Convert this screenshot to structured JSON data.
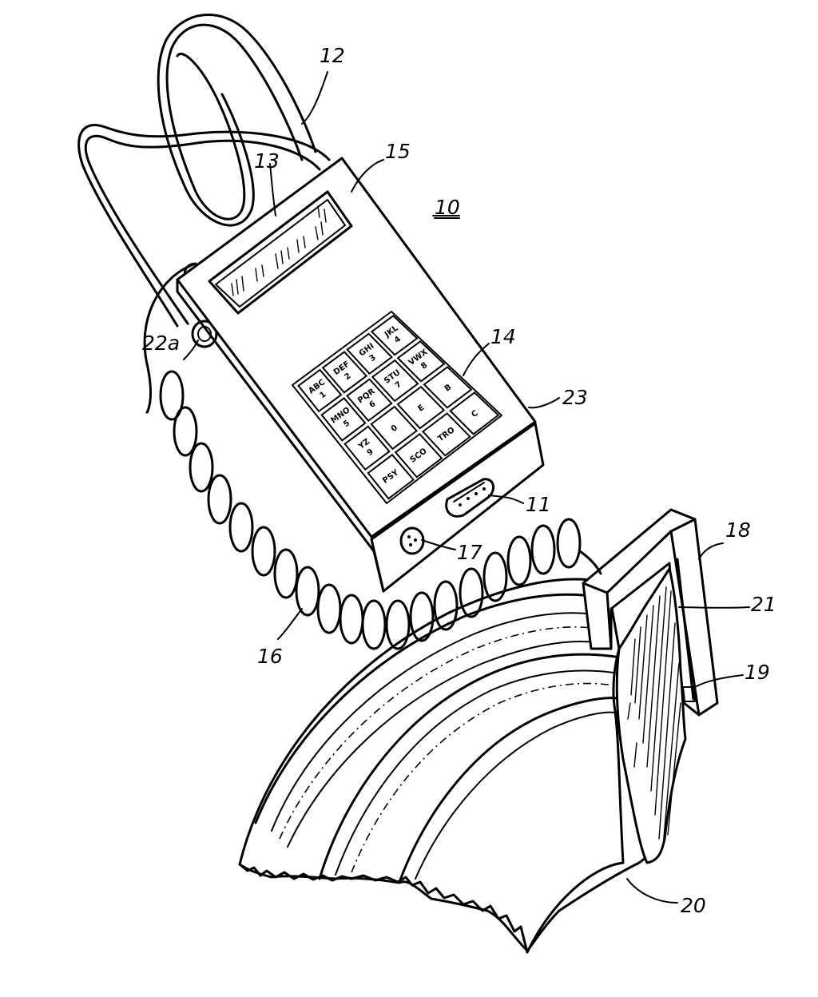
{
  "reference_numerals": {
    "device": "10",
    "light_sensor": "11",
    "strap": "12",
    "display_text": "13",
    "keypad": "14",
    "display": "15",
    "cord": "16",
    "connector": "17",
    "sensor_clip": "18",
    "clip_pad": "19",
    "finger": "20",
    "sensor_element": "21",
    "strap_eyelet": "22a",
    "housing": "23"
  },
  "keypad": {
    "keys": [
      {
        "letters": "ABC",
        "digit": "1"
      },
      {
        "letters": "DEF",
        "digit": "2"
      },
      {
        "letters": "GHI",
        "digit": "3"
      },
      {
        "letters": "JKL",
        "digit": "4"
      },
      {
        "letters": "MNO",
        "digit": "5"
      },
      {
        "letters": "PQR",
        "digit": "6"
      },
      {
        "letters": "STU",
        "digit": "7"
      },
      {
        "letters": "VWX",
        "digit": "8"
      },
      {
        "letters": "YZ",
        "digit": "9"
      },
      {
        "letters": "",
        "digit": "0"
      },
      {
        "letters": "",
        "digit": "E"
      },
      {
        "letters": "",
        "digit": "C"
      },
      {
        "letters": "",
        "digit": "B"
      },
      {
        "letters": "PSY",
        "digit": ""
      },
      {
        "letters": "SCO",
        "digit": ""
      },
      {
        "letters": "TRO",
        "digit": ""
      }
    ]
  }
}
